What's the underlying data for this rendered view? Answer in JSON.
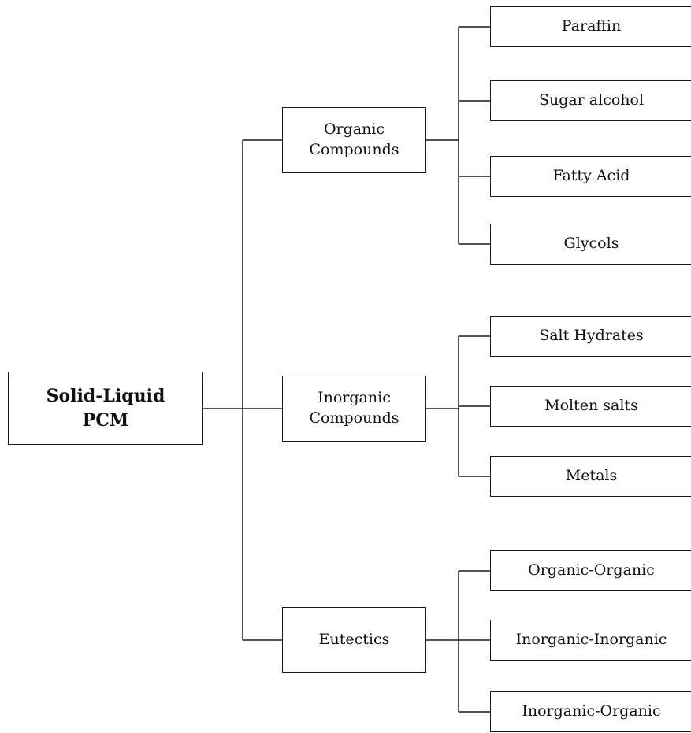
{
  "root": {
    "label": "Solid-Liquid\nPCM"
  },
  "categories": [
    {
      "label": "Organic\nCompounds",
      "children": [
        "Paraffin",
        "Sugar alcohol",
        "Fatty Acid",
        "Glycols"
      ]
    },
    {
      "label": "Inorganic\nCompounds",
      "children": [
        "Salt Hydrates",
        "Molten salts",
        "Metals"
      ]
    },
    {
      "label": "Eutectics",
      "children": [
        "Organic-Organic",
        "Inorganic-Inorganic",
        "Inorganic-Organic"
      ]
    }
  ]
}
